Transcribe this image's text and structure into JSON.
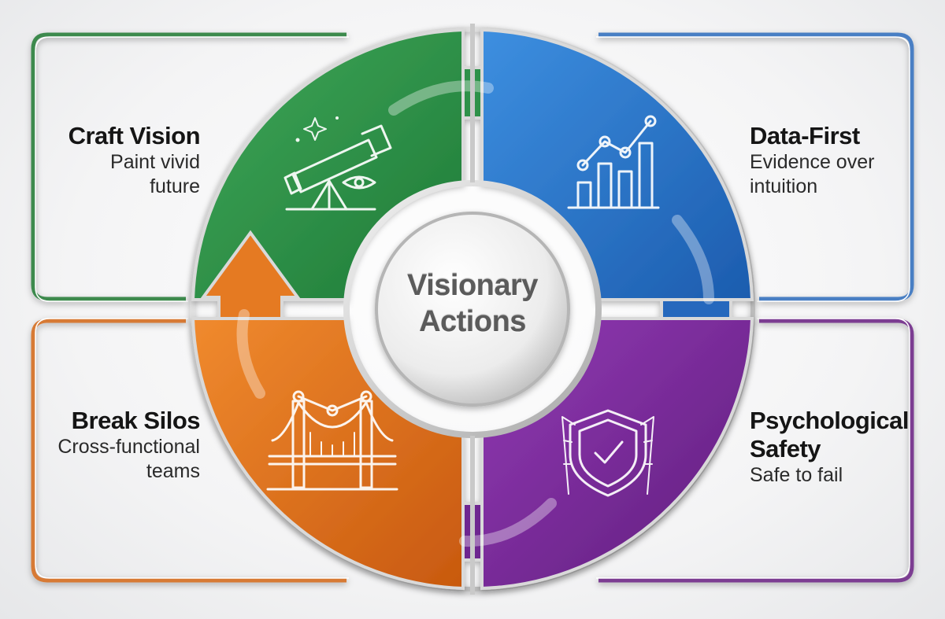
{
  "center": {
    "line1": "Visionary",
    "line2": "Actions"
  },
  "quadrants": [
    {
      "id": "craft",
      "title": "Craft Vision",
      "subtitle_lines": [
        "Paint vivid",
        "future"
      ],
      "color": "#2e8b45",
      "border_color": "#3d8a4e",
      "icon": "telescope-icon"
    },
    {
      "id": "data",
      "title": "Data-First",
      "subtitle_lines": [
        "Evidence over",
        "intuition"
      ],
      "color": "#2a6fc2",
      "border_color": "#4a7fc4",
      "icon": "bar-chart-icon"
    },
    {
      "id": "psych",
      "title_lines": [
        "Psychological",
        "Safety"
      ],
      "subtitle_lines": [
        "Safe to fail"
      ],
      "color": "#7a2a98",
      "border_color": "#7c3c92",
      "icon": "shield-check-icon"
    },
    {
      "id": "silos",
      "title": "Break Silos",
      "subtitle_lines": [
        "Cross-functional",
        "teams"
      ],
      "color": "#e06f1c",
      "border_color": "#d77a35",
      "icon": "bridge-icon"
    }
  ]
}
